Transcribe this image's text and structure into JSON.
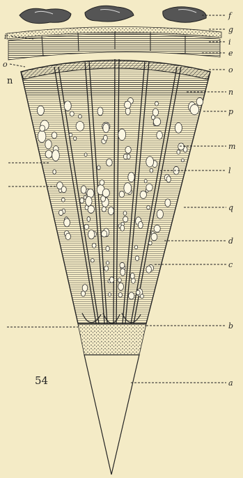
{
  "figure": {
    "number": "54",
    "labels": {
      "f": "f",
      "g": "g",
      "i_left": "i",
      "i_right": "i",
      "e": "e",
      "o_left": "o",
      "o_right": "o",
      "n_left": "n",
      "n_right": "n",
      "p": "p",
      "m": "m",
      "l": "l",
      "q": "q",
      "d": "d",
      "c": "c",
      "b": "b",
      "a": "a"
    }
  },
  "colors": {
    "paper": "#f4ebc6",
    "ink": "#222222"
  }
}
